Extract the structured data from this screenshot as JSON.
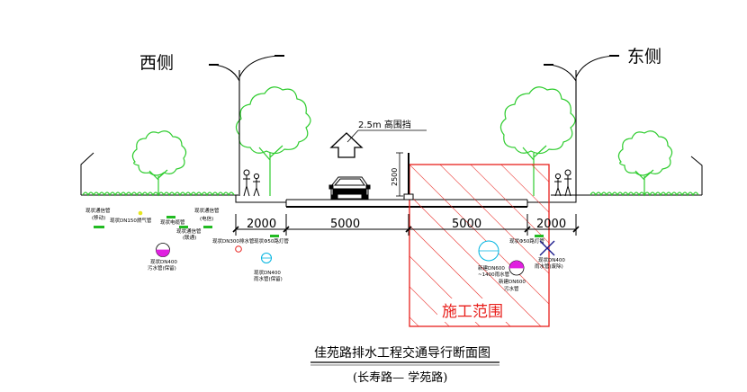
{
  "labels": {
    "west": "西侧",
    "east": "东侧",
    "fence_height_note": "2.5m 高围挡",
    "fence_vertical_dim": "2500",
    "construction_zone": "施工范围"
  },
  "dimensions": {
    "west_sidewalk": "2000",
    "west_lane": "5000",
    "east_lane": "5000",
    "east_sidewalk": "2000"
  },
  "pipelines": {
    "west": {
      "telecom_left": "现状通信管",
      "telecom_left_sub": "(移动)",
      "gas": "现状DN150燃气管",
      "power": "现状电缆管",
      "telecom_right": "现状通信管",
      "telecom_right_sub": "(电信)",
      "telecom_bottom": "现状通信管",
      "telecom_bottom_sub": "(联通)",
      "sewage_dn300": "现状DN300排水管",
      "street_light": "现状Φ50路灯管",
      "sewage_dn400_l1": "现状DN400",
      "sewage_dn400_l2": "污水管(保留)",
      "rain_dn400_l1": "现状DN400",
      "rain_dn400_l2": "雨水管(保留)"
    },
    "east": {
      "street_light": "现状Φ50路灯管",
      "rain_new_l1": "新建DN600",
      "rain_new_l2": "~1400雨水管",
      "sewage_new_l1": "新建DN600",
      "sewage_new_l2": "污水管",
      "removed_l1": "现状DN400",
      "removed_l2": "雨水管(废除)"
    }
  },
  "title": {
    "main": "佳苑路排水工程交通导行断面图",
    "sub": "(长寿路— 学苑路)"
  },
  "colors": {
    "tree": "#2ecc2e",
    "construction": "#e8201c",
    "sewage": "#e020e0",
    "rain": "#00b4e0",
    "pipe_green": "#22bb22",
    "gas": "#e6e61e",
    "removed": "#1a1a8c",
    "line": "#000000"
  }
}
